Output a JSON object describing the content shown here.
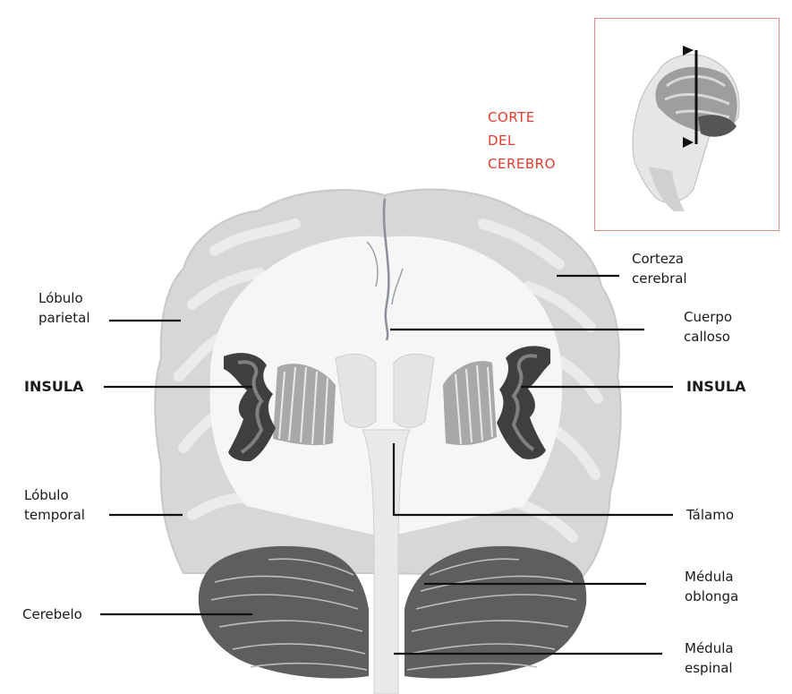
{
  "inset_title": [
    "CORTE",
    "DEL",
    "CEREBRO"
  ],
  "labels": {
    "lobulo_parietal": [
      "Lóbulo",
      "parietal"
    ],
    "insula_left": "INSULA",
    "lobulo_temporal": [
      "Lóbulo",
      "temporal"
    ],
    "cerebelo": "Cerebelo",
    "corteza_cerebral": [
      "Corteza",
      "cerebral"
    ],
    "cuerpo_calloso": [
      "Cuerpo",
      "calloso"
    ],
    "insula_right": "INSULA",
    "talamo": "Tálamo",
    "medula_oblonga": [
      "Médula",
      "oblonga"
    ],
    "medula_espinal": [
      "Médula",
      "espinal"
    ]
  },
  "colors": {
    "accent": "#e53b2c",
    "inset_border": "#e38a7e",
    "brain_outer": "#d9d9d9",
    "brain_inner": "#ececec",
    "white_matter": "#f7f7f7",
    "insula": "#3d3d3d",
    "insula_core": "#7a7a7a",
    "cerebellum": "#5a5a5a",
    "leader_line": "#111111"
  }
}
